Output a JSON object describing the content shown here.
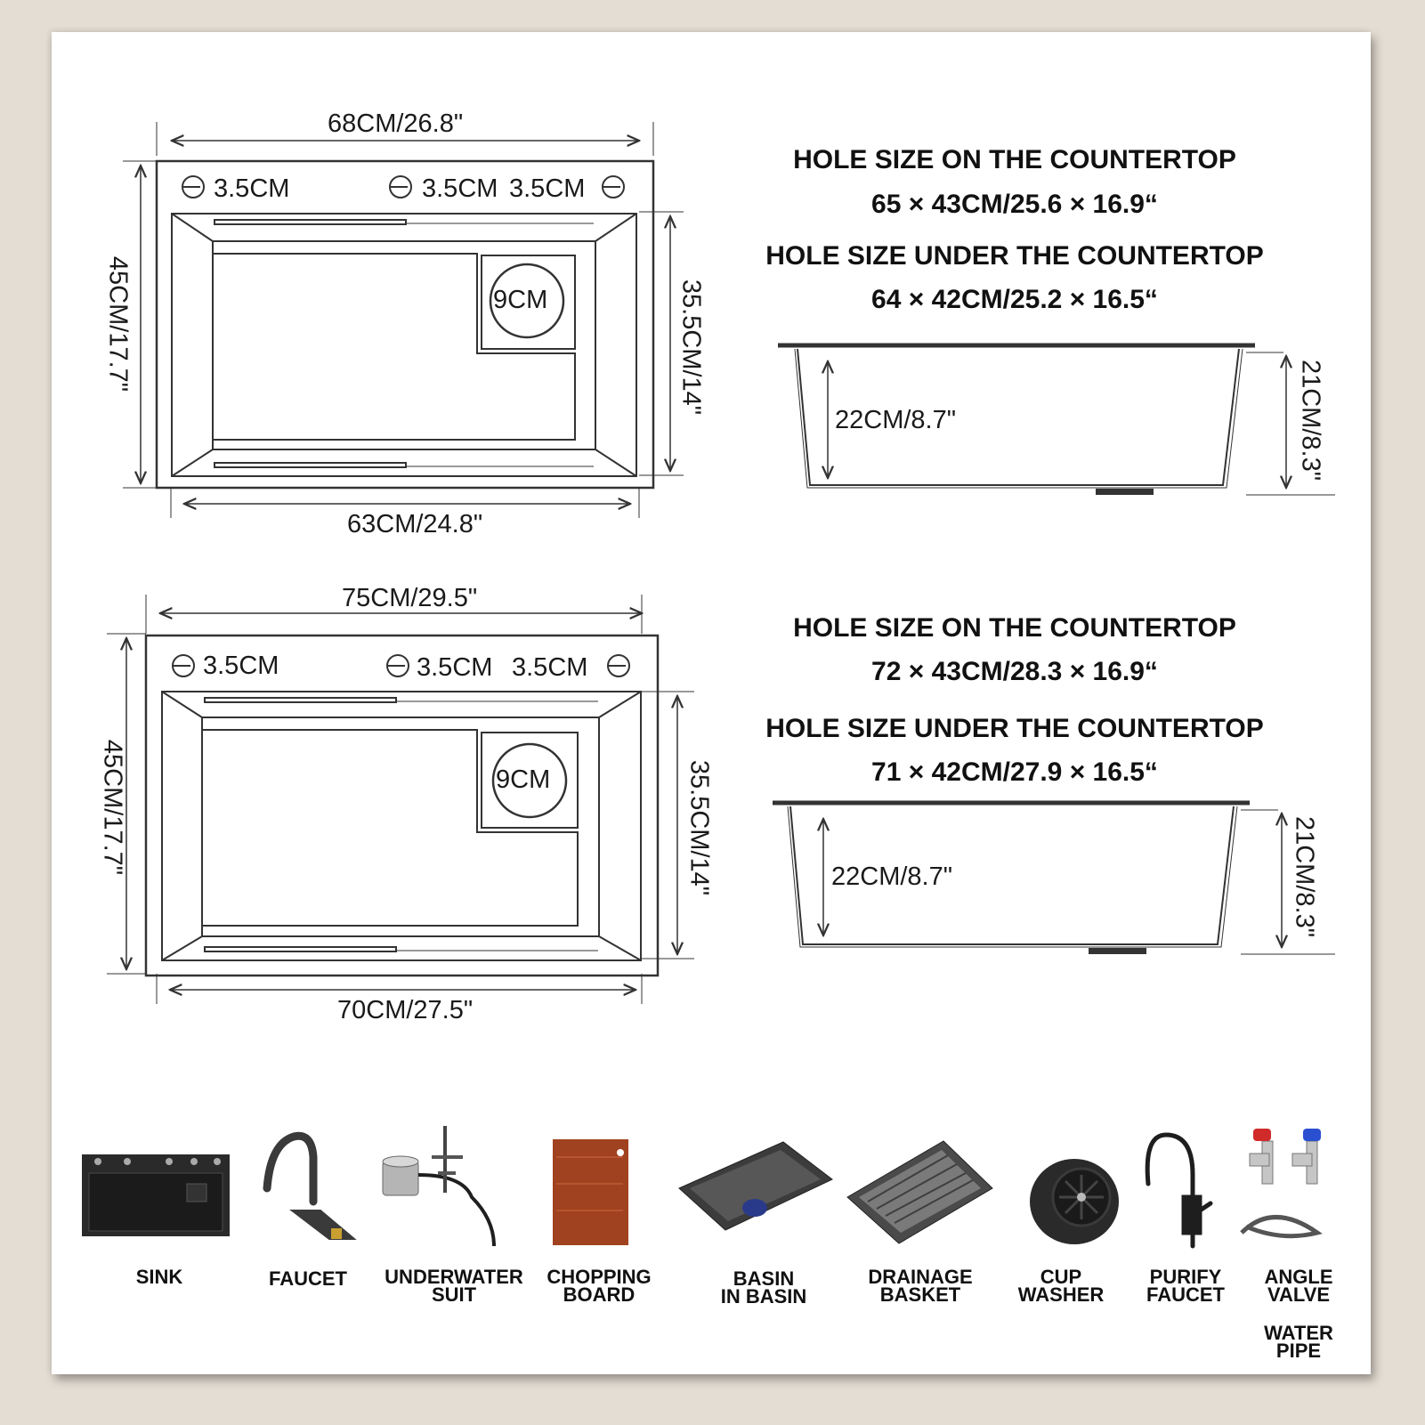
{
  "sink_large": {
    "top_width": "68CM/26.8\"",
    "bottom_width": "63CM/24.8\"",
    "height_outer": "45CM/17.7\"",
    "height_inner": "35.5CM/14\"",
    "hole_left": "3.5CM",
    "hole_mid": "3.5CM",
    "hole_right": "3.5CM",
    "drain": "9CM",
    "on_countertop_title": "HOLE SIZE ON THE COUNTERTOP",
    "on_countertop_value": "65 × 43CM/25.6 × 16.9“",
    "under_countertop_title": "HOLE SIZE UNDER THE COUNTERTOP",
    "under_countertop_value": "64 × 42CM/25.2 × 16.5“",
    "depth_inner": "22CM/8.7\"",
    "depth_outer": "21CM/8.3\""
  },
  "sink_small": {
    "top_width": "75CM/29.5\"",
    "bottom_width": "70CM/27.5\"",
    "height_outer": "45CM/17.7\"",
    "height_inner": "35.5CM/14\"",
    "hole_left": "3.5CM",
    "hole_mid": "3.5CM",
    "hole_right": "3.5CM",
    "drain": "9CM",
    "on_countertop_title": "HOLE SIZE ON THE COUNTERTOP",
    "on_countertop_value": "72 × 43CM/28.3 × 16.9“",
    "under_countertop_title": "HOLE SIZE UNDER THE COUNTERTOP",
    "under_countertop_value": "71 × 42CM/27.9 × 16.5“",
    "depth_inner": "22CM/8.7\"",
    "depth_outer": "21CM/8.3\""
  },
  "accessories": [
    {
      "line1": "SINK",
      "line2": "",
      "icon": "sink-icon"
    },
    {
      "line1": "FAUCET",
      "line2": "",
      "icon": "faucet-icon"
    },
    {
      "line1": "UNDERWATER",
      "line2": "SUIT",
      "icon": "underwater-suit-icon"
    },
    {
      "line1": "CHOPPING",
      "line2": "BOARD",
      "icon": "chopping-board-icon"
    },
    {
      "line1": "BASIN",
      "line2": "IN BASIN",
      "icon": "basin-in-basin-icon"
    },
    {
      "line1": "DRAINAGE",
      "line2": "BASKET",
      "icon": "drainage-basket-icon"
    },
    {
      "line1": "CUP",
      "line2": "WASHER",
      "icon": "cup-washer-icon"
    },
    {
      "line1": "PURIFY",
      "line2": "FAUCET",
      "icon": "purify-faucet-icon"
    },
    {
      "line1": "ANGLE",
      "line2": "VALVE",
      "icon": "angle-valve-icon"
    }
  ],
  "extra_label": {
    "line1": "WATER",
    "line2": "PIPE"
  },
  "colors": {
    "background": "#e4ddd3",
    "card": "#ffffff",
    "ink": "#1a1a1a",
    "board": "#a0421f",
    "valve_red": "#d12a2a",
    "valve_blue": "#2a4fd1"
  }
}
